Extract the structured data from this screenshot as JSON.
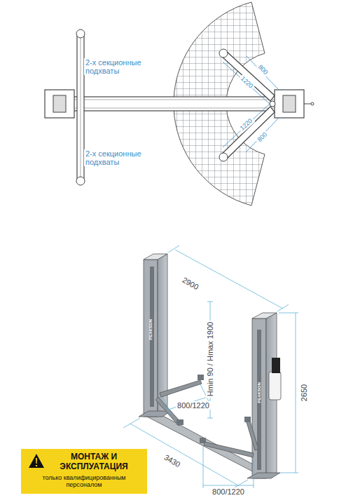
{
  "diagram": {
    "nodes": [
      {
        "text": [
          "МОНТАЖ И ЭКСПЛУАТАЦИЯ",
          "только квалифицированным персоналом"
        ]
      }
    ],
    "labels": [
      "2-х секционные подхваты",
      "800",
      "1220",
      "2-х секционные подхваты",
      "1220",
      "800",
      "2900",
      "Hmin 90 / Hmax 1900",
      "2650",
      "800/1220",
      "3430",
      "800/1220",
      "PEAKSON",
      "PEAKSON"
    ]
  }
}
